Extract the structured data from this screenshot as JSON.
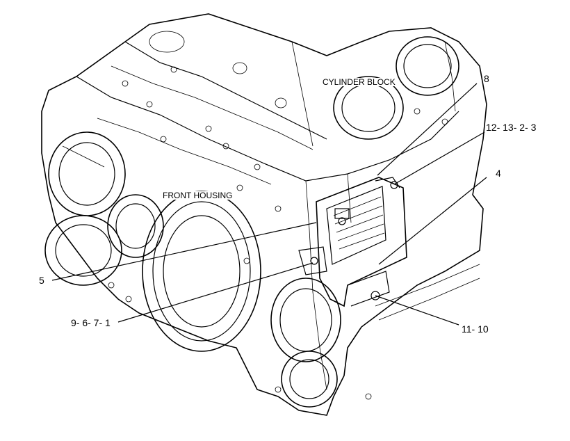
{
  "diagram": {
    "labels": {
      "cylinder_block": "CYLINDER BLOCK",
      "front_housing": "FRONT HOUSING",
      "callout_8": "8",
      "callout_12_13_2_3": "12- 13- 2- 3",
      "callout_4": "4",
      "callout_5": "5",
      "callout_9_6_7_1": "9- 6- 7- 1",
      "callout_11_10": "11- 10"
    },
    "colors": {
      "line": "#000000",
      "background": "#ffffff"
    }
  }
}
